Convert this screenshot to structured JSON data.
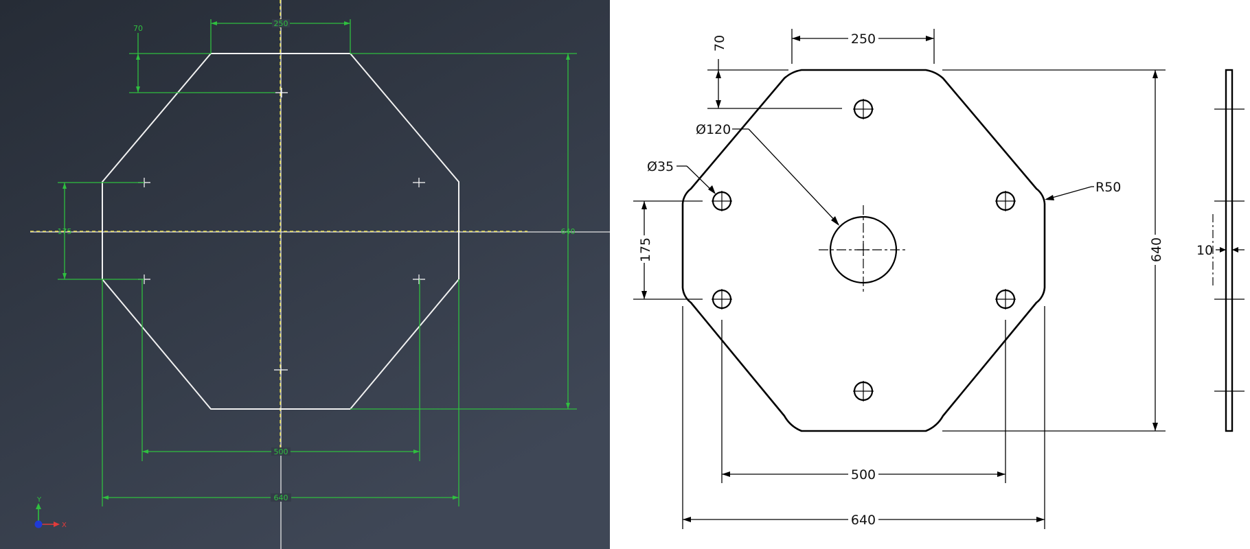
{
  "colors": {
    "sketch_background": "#343b48",
    "sketch_geometry": "#f2f2f2",
    "sketch_dimension": "#2fbf3f",
    "sketch_centerline": "#f3e73e",
    "drawing_line": "#000000",
    "drawing_background": "#ffffff"
  },
  "sketch": {
    "dims": {
      "top_flat": "250",
      "offset": "70",
      "side": "175",
      "height": "640",
      "hole_spacing": "500",
      "width": "640"
    },
    "axis": {
      "x": "X",
      "y": "Y"
    }
  },
  "drawing": {
    "dims": {
      "top_flat": "250",
      "offset": "70",
      "center_dia": "Ø120",
      "hole_dia": "Ø35",
      "fillet": "R50",
      "side": "175",
      "height": "640",
      "hole_spacing": "500",
      "width": "640",
      "thickness": "10"
    }
  }
}
